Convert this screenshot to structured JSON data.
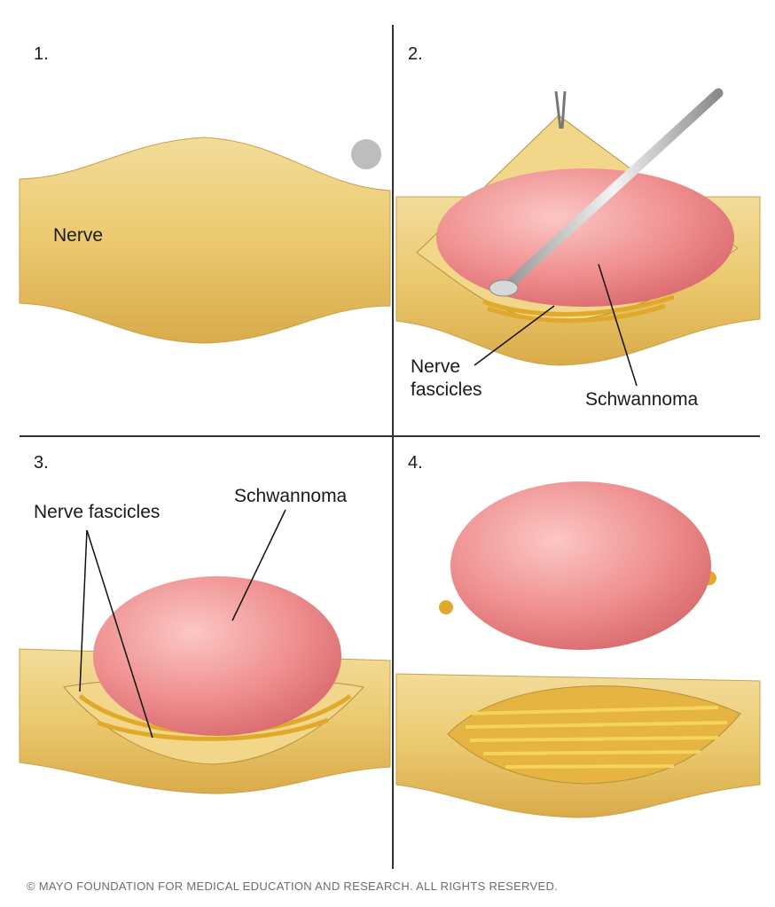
{
  "panels": [
    {
      "number": "1.",
      "labels": [
        "Nerve"
      ]
    },
    {
      "number": "2.",
      "labels": [
        "Nerve",
        "fascicles",
        "Schwannoma"
      ]
    },
    {
      "number": "3.",
      "labels": [
        "Nerve fascicles",
        "Schwannoma"
      ]
    },
    {
      "number": "4.",
      "labels": []
    }
  ],
  "footer": "© MAYO FOUNDATION FOR MEDICAL EDUCATION AND RESEARCH. ALL RIGHTS RESERVED.",
  "colors": {
    "nerve": "#e9c66f",
    "tumor": "#ec8a8c",
    "fascicle": "#e0a92a",
    "divider": "#333333"
  }
}
